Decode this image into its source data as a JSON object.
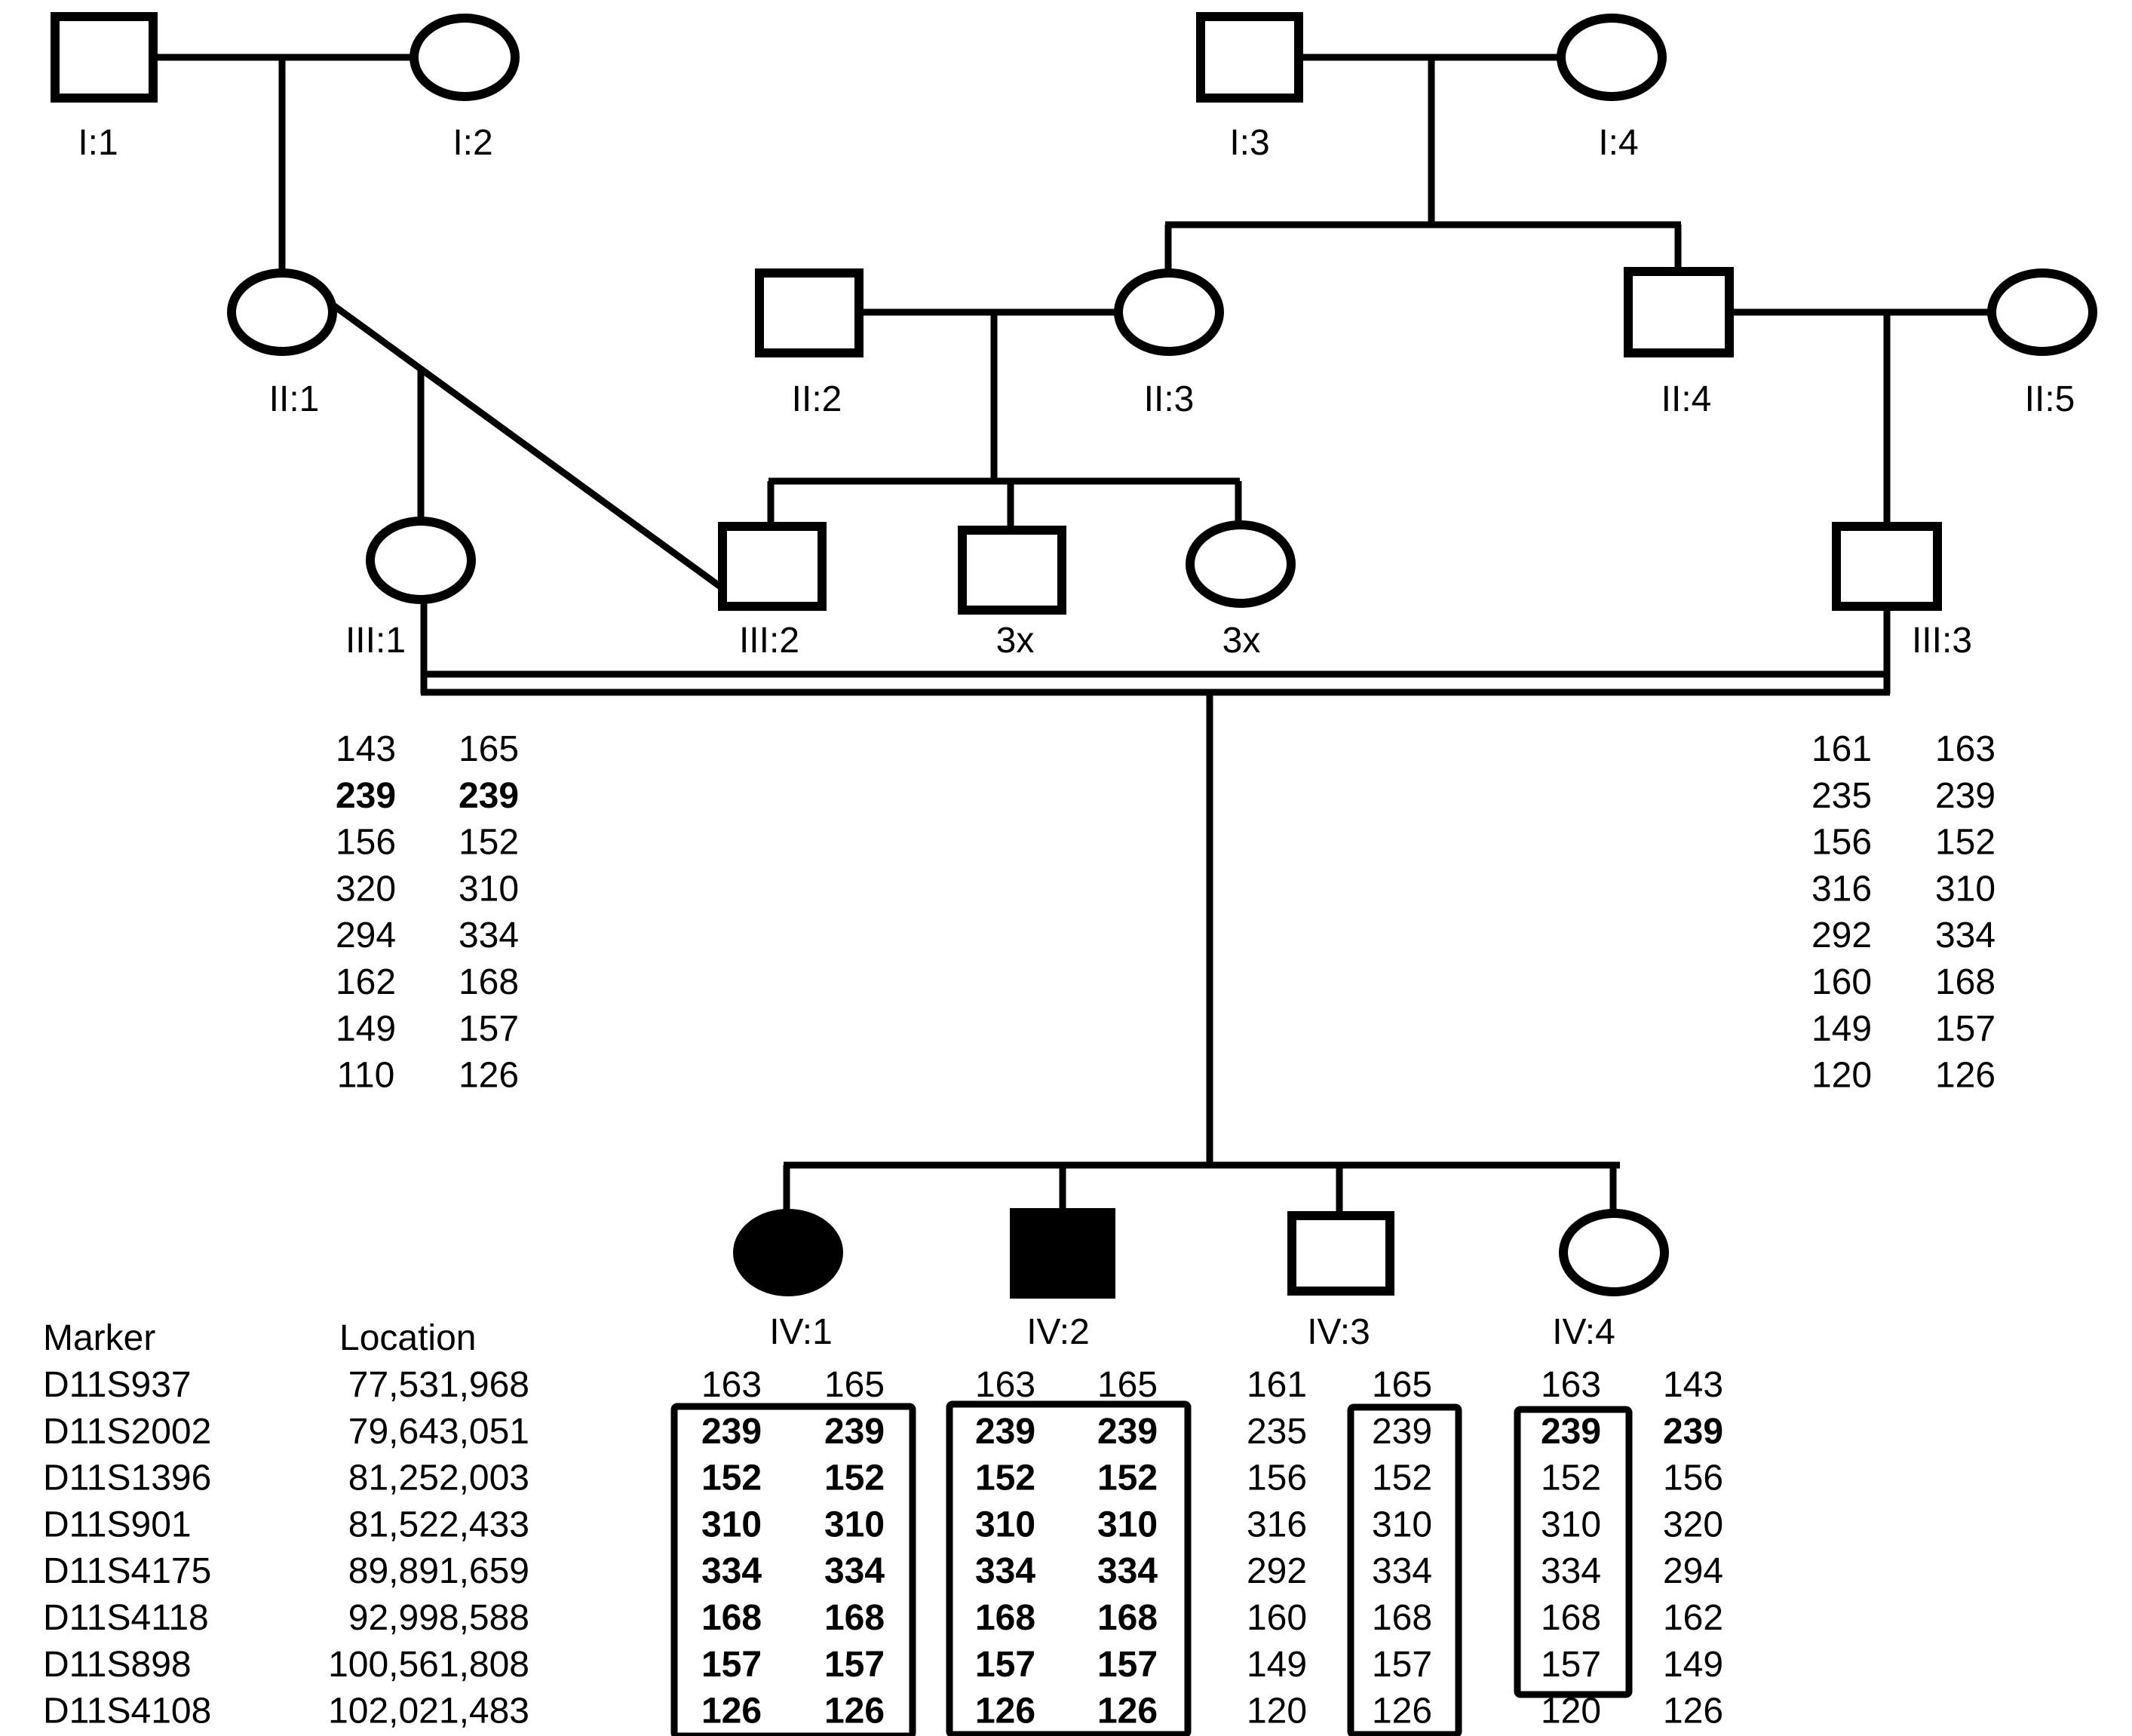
{
  "pedigree": {
    "individuals": [
      {
        "id": "I:1",
        "label": "I:1",
        "sex": "male",
        "affected": false
      },
      {
        "id": "I:2",
        "label": "I:2",
        "sex": "female",
        "affected": false
      },
      {
        "id": "I:3",
        "label": "I:3",
        "sex": "male",
        "affected": false
      },
      {
        "id": "I:4",
        "label": "I:4",
        "sex": "female",
        "affected": false
      },
      {
        "id": "II:1",
        "label": "II:1",
        "sex": "female",
        "affected": false
      },
      {
        "id": "II:2",
        "label": "II:2",
        "sex": "male",
        "affected": false
      },
      {
        "id": "II:3",
        "label": "II:3",
        "sex": "female",
        "affected": false
      },
      {
        "id": "II:4",
        "label": "II:4",
        "sex": "male",
        "affected": false
      },
      {
        "id": "II:5",
        "label": "II:5",
        "sex": "female",
        "affected": false
      },
      {
        "id": "III:1",
        "label": "III:1",
        "sex": "female",
        "affected": false
      },
      {
        "id": "III:2",
        "label": "III:2",
        "sex": "male",
        "affected": false
      },
      {
        "id": "III:m3x",
        "label": "3x",
        "sex": "male",
        "affected": false
      },
      {
        "id": "III:f3x",
        "label": "3x",
        "sex": "female",
        "affected": false
      },
      {
        "id": "III:3",
        "label": "III:3",
        "sex": "male",
        "affected": false
      },
      {
        "id": "IV:1",
        "label": "IV:1",
        "sex": "female",
        "affected": true
      },
      {
        "id": "IV:2",
        "label": "IV:2",
        "sex": "male",
        "affected": true
      },
      {
        "id": "IV:3",
        "label": "IV:3",
        "sex": "male",
        "affected": false
      },
      {
        "id": "IV:4",
        "label": "IV:4",
        "sex": "female",
        "affected": false
      }
    ],
    "consanguineous_marriage": [
      "III:1",
      "III:3"
    ]
  },
  "marker_table": {
    "header_marker": "Marker",
    "header_location": "Location",
    "markers": [
      {
        "name": "D11S937",
        "location": "77,531,968"
      },
      {
        "name": "D11S2002",
        "location": "79,643,051"
      },
      {
        "name": "D11S1396",
        "location": "81,252,003"
      },
      {
        "name": "D11S901",
        "location": "81,522,433"
      },
      {
        "name": "D11S4175",
        "location": "89,891,659"
      },
      {
        "name": "D11S4118",
        "location": "92,998,588"
      },
      {
        "name": "D11S898",
        "location": "100,561,808"
      },
      {
        "name": "D11S4108",
        "location": "102,021,483"
      }
    ]
  },
  "haplotypes": {
    "III:1": {
      "a": [
        "143",
        "239",
        "156",
        "320",
        "294",
        "162",
        "149",
        "110"
      ],
      "b": [
        "165",
        "239",
        "152",
        "310",
        "334",
        "168",
        "157",
        "126"
      ],
      "bold_rows": [
        1
      ]
    },
    "III:3": {
      "a": [
        "161",
        "235",
        "156",
        "316",
        "292",
        "160",
        "149",
        "120"
      ],
      "b": [
        "163",
        "239",
        "152",
        "310",
        "334",
        "168",
        "157",
        "126"
      ],
      "bold_rows": []
    },
    "IV:1": {
      "a": [
        "163",
        "239",
        "152",
        "310",
        "334",
        "168",
        "157",
        "126"
      ],
      "b": [
        "165",
        "239",
        "152",
        "310",
        "334",
        "168",
        "157",
        "126"
      ],
      "bold_rows": [
        1,
        2,
        3,
        4,
        5,
        6,
        7
      ]
    },
    "IV:2": {
      "a": [
        "163",
        "239",
        "152",
        "310",
        "334",
        "168",
        "157",
        "126"
      ],
      "b": [
        "165",
        "239",
        "152",
        "310",
        "334",
        "168",
        "157",
        "126"
      ],
      "bold_rows": [
        1,
        2,
        3,
        4,
        5,
        6,
        7
      ]
    },
    "IV:3": {
      "a": [
        "161",
        "235",
        "156",
        "316",
        "292",
        "160",
        "149",
        "120"
      ],
      "b": [
        "165",
        "239",
        "152",
        "310",
        "334",
        "168",
        "157",
        "126"
      ],
      "bold_rows": []
    },
    "IV:4": {
      "a": [
        "163",
        "239",
        "152",
        "310",
        "334",
        "168",
        "157",
        "120"
      ],
      "b": [
        "143",
        "239",
        "156",
        "320",
        "294",
        "162",
        "149",
        "126"
      ],
      "bold_rows": [
        1
      ]
    }
  }
}
